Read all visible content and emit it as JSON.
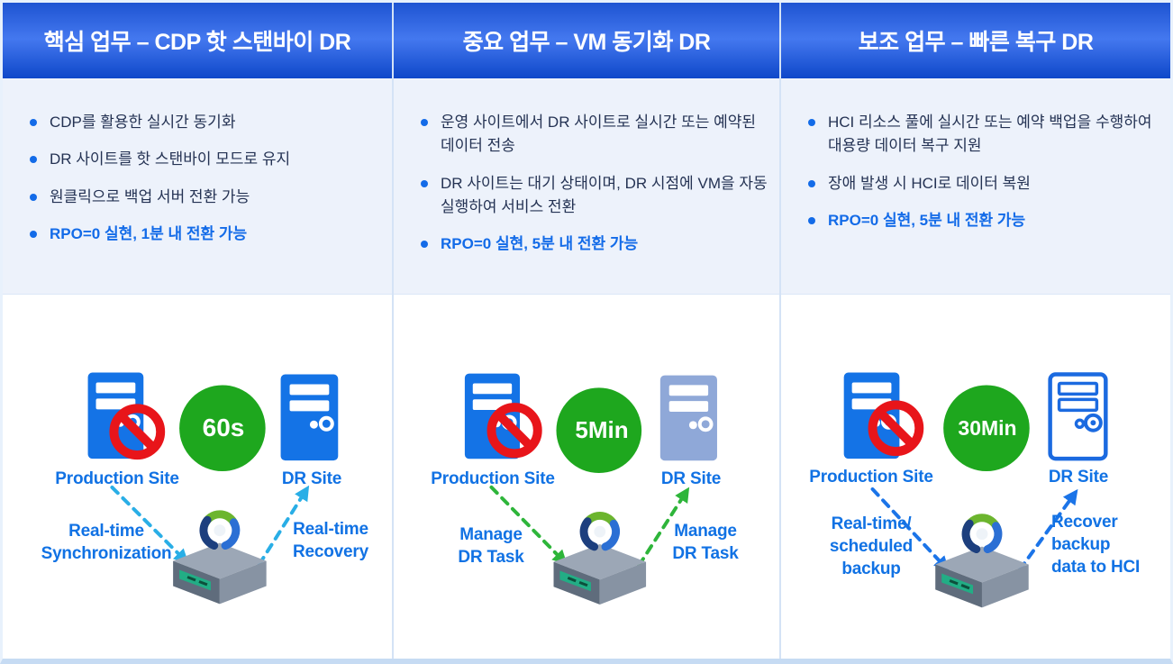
{
  "columns": [
    {
      "header": "핵심 업무 – CDP 핫 스탠바이 DR",
      "bullets": [
        {
          "text": "CDP를 활용한 실시간 동기화",
          "highlight": false
        },
        {
          "text": "DR 사이트를 핫 스탠바이 모드로 유지",
          "highlight": false
        },
        {
          "text": "원클릭으로 백업 서버 전환 가능",
          "highlight": false
        },
        {
          "text": "RPO=0 실현, 1분 내 전환 가능",
          "highlight": true
        }
      ],
      "diagram": {
        "production_label": "Production Site",
        "dr_label": "DR Site",
        "badge": "60s",
        "left_label_lines": [
          "Real-time",
          "Synchronization"
        ],
        "right_label_lines": [
          "Real-time",
          "Recovery"
        ],
        "arrow_color": "#29aee6",
        "dr_server_style": "solid-blue"
      }
    },
    {
      "header": "중요 업무 – VM 동기화 DR",
      "bullets": [
        {
          "text": "운영 사이트에서 DR 사이트로 실시간 또는 예약된 데이터 전송",
          "highlight": false
        },
        {
          "text": "DR 사이트는 대기 상태이며, DR 시점에 VM을 자동 실행하여 서비스 전환",
          "highlight": false
        },
        {
          "text": "RPO=0 실현, 5분 내 전환 가능",
          "highlight": true
        }
      ],
      "diagram": {
        "production_label": "Production Site",
        "dr_label": "DR Site",
        "badge": "5Min",
        "left_label_lines": [
          "Manage",
          "DR Task"
        ],
        "right_label_lines": [
          "Manage",
          "DR Task"
        ],
        "arrow_color": "#2eb53a",
        "dr_server_style": "standby-gray"
      }
    },
    {
      "header": "보조 업무 – 빠른 복구 DR",
      "bullets": [
        {
          "text": "HCI 리소스 풀에 실시간 또는 예약 백업을 수행하여 대용량 데이터 복구 지원",
          "highlight": false
        },
        {
          "text": "장애 발생 시 HCI로 데이터 복원",
          "highlight": false
        },
        {
          "text": "RPO=0 실현, 5분 내 전환 가능",
          "highlight": true
        }
      ],
      "diagram": {
        "production_label": "Production Site",
        "dr_label": "DR Site",
        "badge": "30Min",
        "left_label_lines": [
          "Real-time/",
          "scheduled",
          "backup"
        ],
        "right_label_lines": [
          "Recover",
          "backup",
          "data to HCI"
        ],
        "arrow_color": "#1b74e8",
        "dr_server_style": "outline-blue"
      }
    }
  ],
  "colors": {
    "header_gradient_top": "#1e54d2",
    "header_gradient_mid": "#4478ef",
    "header_gradient_bottom": "#0e47c9",
    "panel_bg": "#edf2fb",
    "body_text": "#243253",
    "highlight_text": "#136be8",
    "label_blue": "#1172e4",
    "server_blue": "#1473e6",
    "standby_server_gray": "#8fa8d8",
    "outline_server_blue": "#1b6ae0",
    "ban_red": "#e8151a",
    "rto_badge_green": "#1ea71e",
    "arrow_cyan": "#29aee6",
    "arrow_green": "#2eb53a",
    "arrow_blue": "#1b74e8",
    "appliance_top": "#9ca7b6",
    "appliance_strip": "#22ad85"
  }
}
